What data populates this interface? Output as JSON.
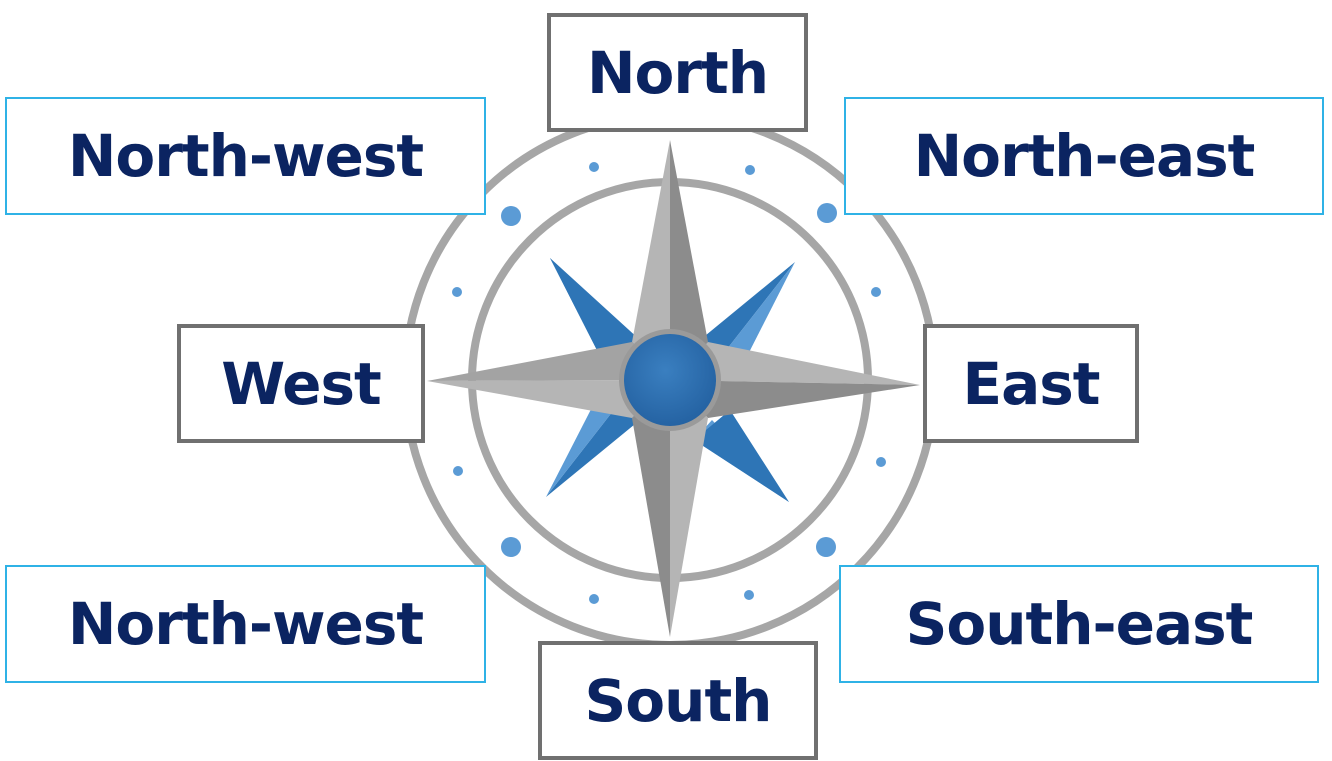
{
  "labels": {
    "north": "North",
    "south": "South",
    "east": "East",
    "west": "West",
    "north_west_top": "North-west",
    "north_east": "North-east",
    "north_west_bottom": "North-west",
    "south_east": "South-east"
  },
  "colors": {
    "text": "#0b2461",
    "cardinal_border": "#707070",
    "intercardinal_border": "#2fb2e6",
    "ring": "#a6a6a6",
    "star": "#a3a3a3",
    "accent_blue": "#2e75b6",
    "light_blue": "#5b9bd5"
  }
}
